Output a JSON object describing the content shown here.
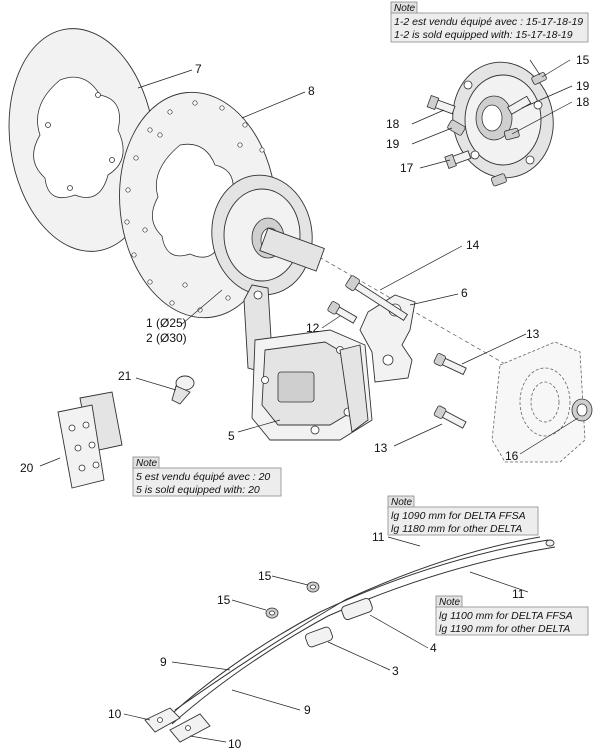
{
  "callouts": {
    "c7": "7",
    "c8": "8",
    "c1": "1 (Ø25)",
    "c2": "2 (Ø30)",
    "c14": "14",
    "c6": "6",
    "c12": "12",
    "c13a": "13",
    "c13b": "13",
    "c16": "16",
    "c21": "21",
    "c5": "5",
    "c20": "20",
    "c15a": "15",
    "c18a": "18",
    "c19a": "19",
    "c19b": "19",
    "c18b": "18",
    "c17": "17",
    "c11a": "11",
    "c11b": "11",
    "c15b": "15",
    "c15c": "15",
    "c4": "4",
    "c3": "3",
    "c9a": "9",
    "c9b": "9",
    "c10a": "10",
    "c10b": "10"
  },
  "notes": {
    "hub": {
      "heading": "Note",
      "line1": "1-2 est vendu équipé avec : 15-17-18-19",
      "line2": "1-2 is sold equipped with: 15-17-18-19"
    },
    "caliper": {
      "heading": "Note",
      "line1": "5 est vendu équipé avec : 20",
      "line2": "5 is sold equipped with: 20"
    },
    "cable_a": {
      "heading": "Note",
      "line1": "lg 1090 mm for DELTA FFSA",
      "line2": "lg 1180 mm for other DELTA"
    },
    "cable_b": {
      "heading": "Note",
      "line1": "lg 1100 mm for DELTA FFSA",
      "line2": "lg 1190 mm for other DELTA"
    }
  },
  "colors": {
    "line": "#333333",
    "note_fill": "#ededed",
    "note_border": "#8a8a8a"
  }
}
